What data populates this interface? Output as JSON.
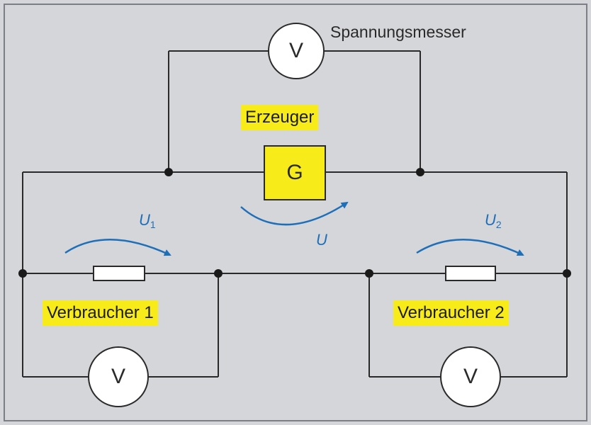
{
  "labels": {
    "voltmeter_caption": "Spannungsmesser",
    "generator_label": "Erzeuger",
    "load1_label": "Verbraucher 1",
    "load2_label": "Verbraucher 2"
  },
  "symbols": {
    "generator": "G",
    "voltmeter": "V",
    "voltage_total": "U",
    "voltage_1": "U",
    "voltage_1_sub": "1",
    "voltage_2": "U",
    "voltage_2_sub": "2"
  },
  "colors": {
    "background": "#d5d6da",
    "highlight": "#f7ec1a",
    "arrow": "#1f6fb8",
    "wire": "#2a2a2a"
  }
}
